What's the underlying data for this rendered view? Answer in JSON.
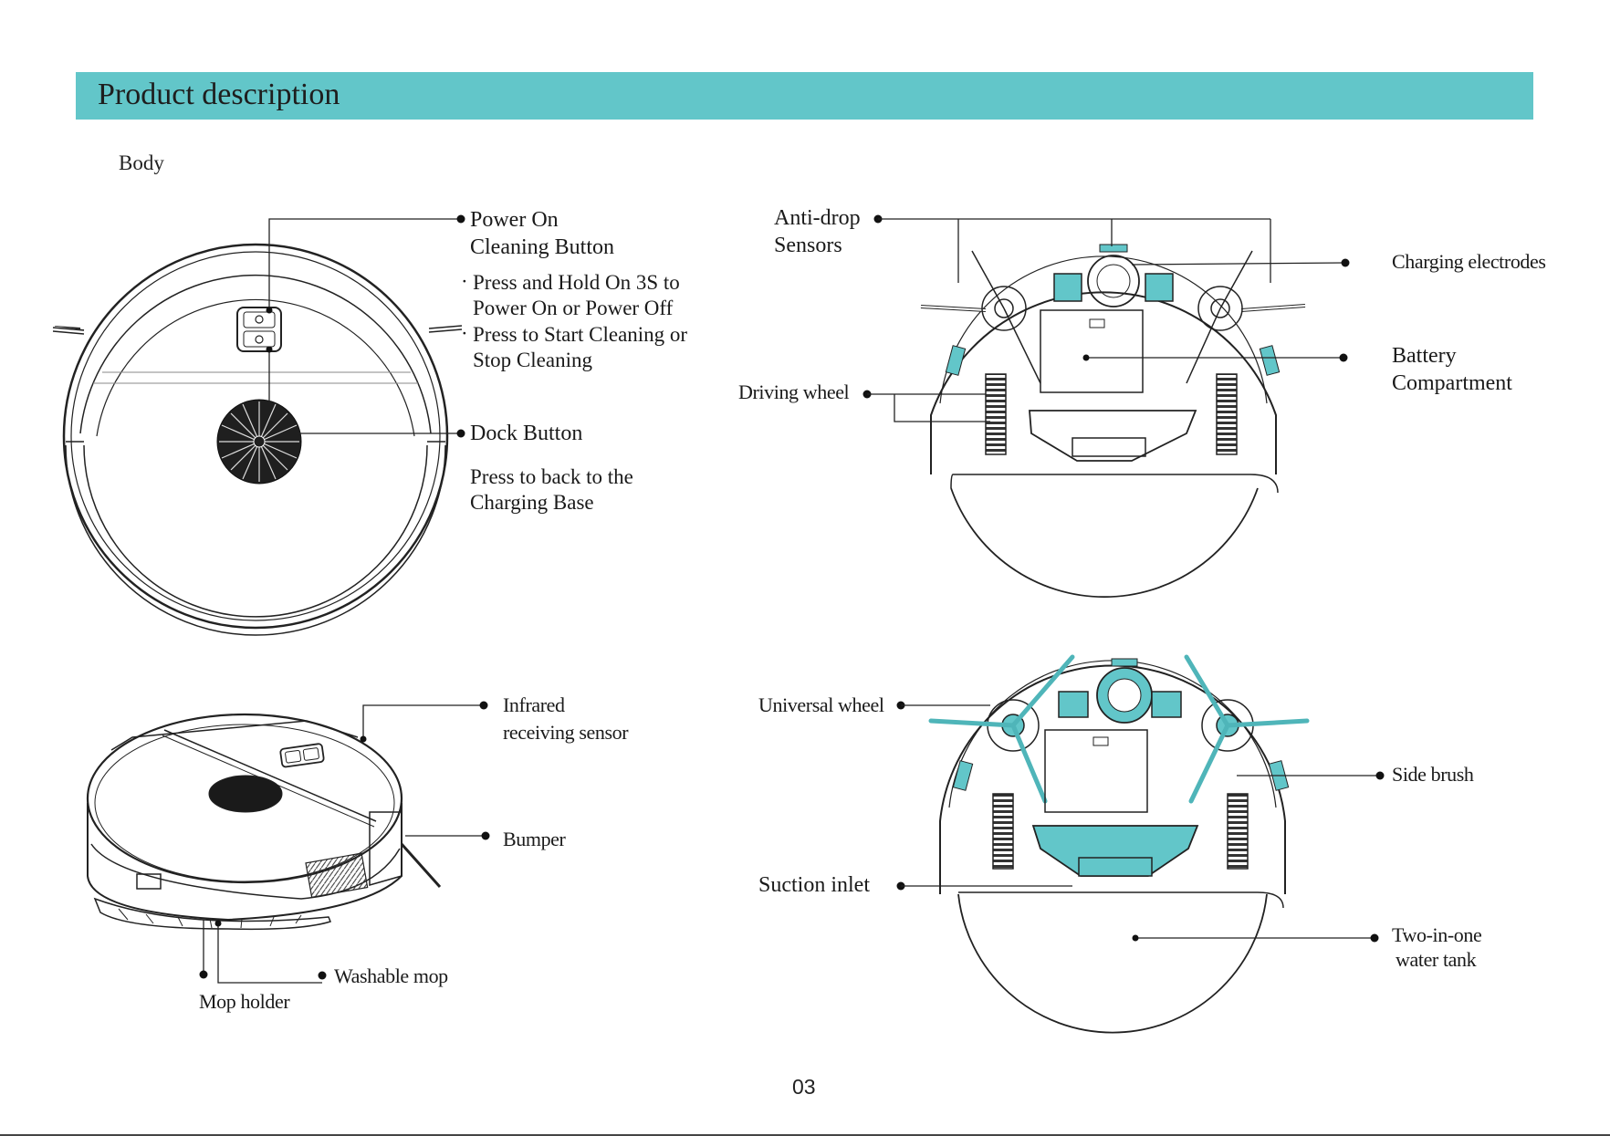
{
  "header": {
    "title": "Product description",
    "bar_color": "#62c6c9"
  },
  "section": {
    "label": "Body"
  },
  "top_view": {
    "power_button": {
      "title_line1": "Power On",
      "title_line2": "Cleaning Button",
      "bullet1_line1": "Press and Hold On 3S to",
      "bullet1_line2": "Power On or Power Off",
      "bullet2_line1": "Press to Start Cleaning or",
      "bullet2_line2": "Stop  Cleaning",
      "bullet_mark": "·"
    },
    "dock_button": {
      "title": "Dock Button",
      "desc_line1": "Press to back to the",
      "desc_line2": "Charging Base"
    }
  },
  "side_view": {
    "infrared_line1": "Infrared",
    "infrared_line2": "receiving sensor",
    "bumper": "Bumper",
    "washable_mop": "Washable mop",
    "mop_holder": "Mop holder"
  },
  "bottom_view_1": {
    "anti_drop_line1": "Anti-drop",
    "anti_drop_line2": "Sensors",
    "charging_electrodes": "Charging electrodes",
    "battery_line1": "Battery",
    "battery_line2": "Compartment",
    "driving_wheel": "Driving wheel"
  },
  "bottom_view_2": {
    "universal_wheel": "Universal wheel",
    "side_brush": "Side brush",
    "suction_inlet": "Suction inlet",
    "water_tank_line1": "Two-in-one",
    "water_tank_line2": "water tank"
  },
  "accent_color": "#62c6c9",
  "page_number": "03"
}
